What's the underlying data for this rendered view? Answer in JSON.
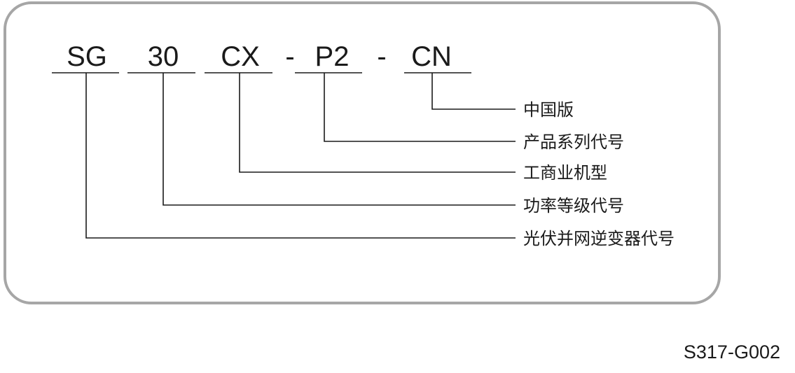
{
  "diagram": {
    "segments": [
      {
        "code": "SG",
        "description": "光伏并网逆变器代号"
      },
      {
        "code": "30",
        "description": "功率等级代号"
      },
      {
        "code": "CX",
        "description": "工商业机型"
      },
      {
        "code": "P2",
        "description": "产品系列代号"
      },
      {
        "code": "CN",
        "description": "中国版"
      }
    ],
    "separators": [
      "-",
      "-"
    ],
    "frame_color": "#a6a6a6",
    "line_color": "#1a1a1a"
  },
  "figure_id": "S317-G002"
}
